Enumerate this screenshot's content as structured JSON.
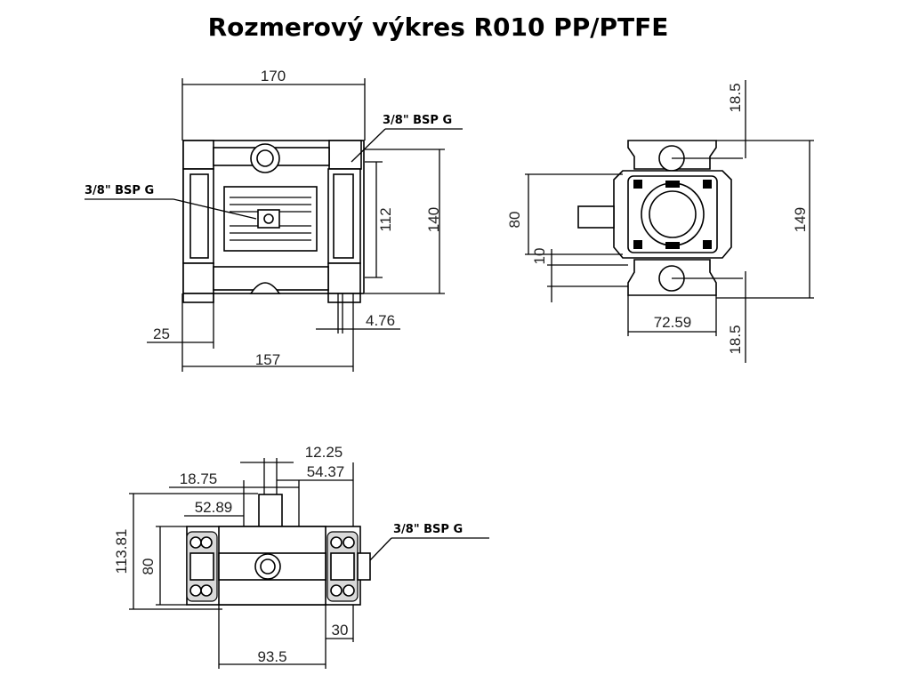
{
  "title": "Rozmerový výkres R010 PP/PTFE",
  "front_view": {
    "dims": {
      "top_width": "170",
      "height_inner": "112",
      "height_outer": "140",
      "foot": "25",
      "base_width": "157",
      "offset": "4.76"
    },
    "labels": {
      "port_top": "3/8\" BSP G",
      "port_left": "3/8\" BSP G"
    }
  },
  "side_view": {
    "dims": {
      "top": "18.5",
      "bottom": "18.5",
      "height_total": "149",
      "body_height": "80",
      "offset": "10",
      "base_width": "72.59"
    }
  },
  "top_view": {
    "dims": {
      "a": "12.25",
      "b": "54.37",
      "c": "18.75",
      "d": "52.89",
      "height_total": "113.81",
      "height_inner": "80",
      "width": "93.5",
      "edge": "30"
    },
    "labels": {
      "port_right": "3/8\" BSP G"
    }
  }
}
